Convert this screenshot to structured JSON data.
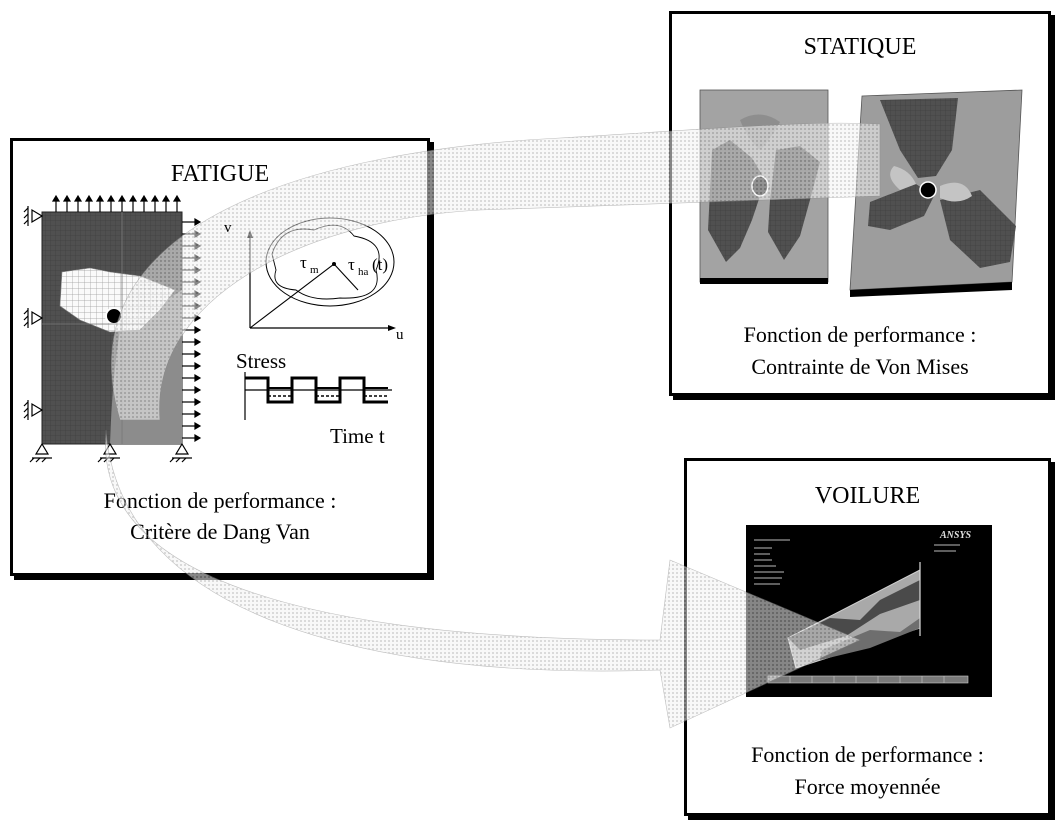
{
  "fatigue": {
    "title": "FATIGUE",
    "perf_line1": "Fonction de performance :",
    "perf_line2": "Critère de Dang Van",
    "axis_v": "v",
    "axis_u": "u",
    "tau_m": "τ",
    "tau_m_sub": "m",
    "tau_ha": "τ",
    "tau_ha_sub": "ha",
    "tau_ha_arg": "(t)",
    "stress_label": "Stress",
    "time_label": "Time t"
  },
  "statique": {
    "title": "STATIQUE",
    "perf_line1": "Fonction de performance :",
    "perf_line2": "Contrainte de Von Mises"
  },
  "voilure": {
    "title": "VOILURE",
    "perf_line1": "Fonction de performance :",
    "perf_line2": "Force moyennée",
    "ansys_logo": "ANSYS"
  },
  "colors": {
    "frame": "#000000",
    "mesh_dark": "#505050",
    "mesh_mid": "#9a9a9a",
    "mesh_light": "#f2f2f2",
    "arrow_band": "#d9d9d9",
    "screen_bg": "#000000"
  }
}
